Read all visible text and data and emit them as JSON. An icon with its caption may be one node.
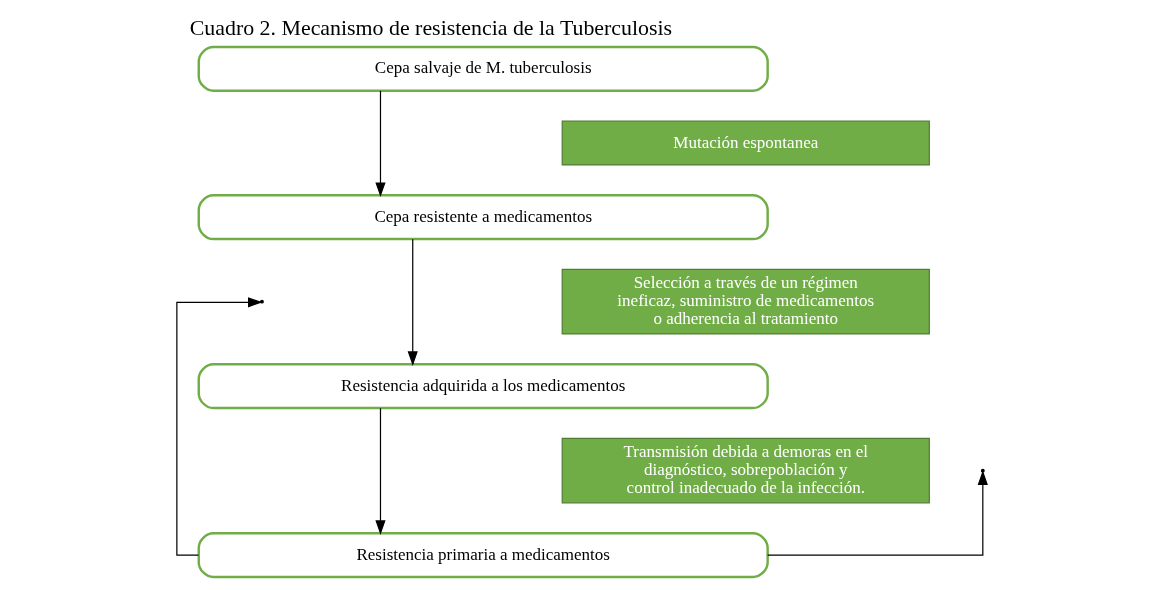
{
  "diagram": {
    "title": "Cuadro 2. Mecanismo de resistencia de la Tuberculosis",
    "nodes": [
      {
        "text": [
          "Cepa salvaje de M. tuberculosis"
        ]
      },
      {
        "text": [
          "Cepa resistente a medicamentos"
        ]
      },
      {
        "text": [
          "Resistencia adquirida a los medicamentos"
        ]
      },
      {
        "text": [
          "Resistencia primaria a medicamentos"
        ]
      },
      {
        "text": [
          "Mutación espontanea"
        ]
      },
      {
        "text": [
          "Selección a través de un régimen ineficaz, suministro de medicamentos o adherencia al tratamiento"
        ]
      },
      {
        "text": [
          "Transmisión debida a demoras en el diagnóstico, sobrepoblación y control inadecuado de la infección."
        ]
      }
    ],
    "edges": [
      {
        "from": 0,
        "to": 1,
        "arrow": "to"
      },
      {
        "from": 1,
        "to": 2,
        "arrow": "to"
      },
      {
        "from": 2,
        "to": 3,
        "arrow": "to"
      },
      {
        "from": 3,
        "to": null,
        "arrow": "to"
      },
      {
        "from": 3,
        "to": null,
        "arrow": "to"
      }
    ]
  }
}
